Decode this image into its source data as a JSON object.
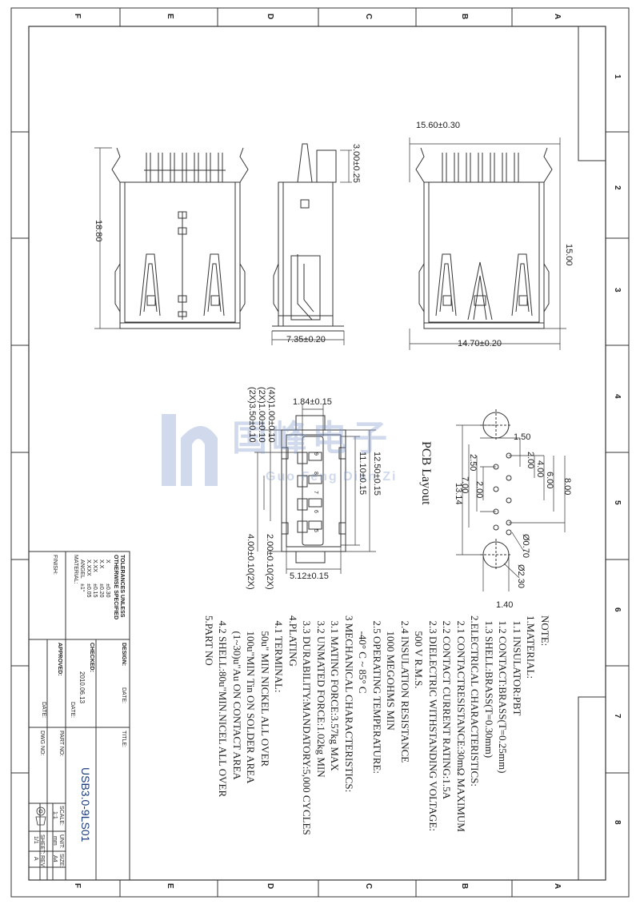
{
  "zones_top": [
    "F",
    "E",
    "D",
    "C",
    "B",
    "A"
  ],
  "zones_right": [
    "1",
    "2",
    "3",
    "4",
    "5",
    "6",
    "7",
    "8"
  ],
  "dimensions": {
    "top_width": "15.60±0.30",
    "pin_height": "3.00±0.25",
    "left_height": "18.80",
    "right_height": "15.00",
    "side_width": "7.35±0.20",
    "bottom_width": "14.70±0.20",
    "front_d1": "1.84±0.15",
    "front_d2": "(4X)1.00±0.10",
    "front_d3": "(2X)1.00±0.10",
    "front_d4": "(2X)3.50±0.10",
    "front_d5": "12.50±0.15",
    "front_d6": "11.10±0.15",
    "front_d7": "2.00±0.10(2X)",
    "front_d8": "4.00±0.10(2X)",
    "front_d9": "5.12±0.15",
    "pin_nums": [
      "9",
      "8",
      "7",
      "6",
      "5"
    ],
    "pcb_d1": "1.50",
    "pcb_d2": "2.00",
    "pcb_d3": "4.00",
    "pcb_d4": "6.00",
    "pcb_d5": "8.00",
    "pcb_d6": "2.50",
    "pcb_d7": "2.00",
    "pcb_d8": "7.00",
    "pcb_d9": "13.14",
    "pcb_d10": "Ø0.70",
    "pcb_d11": "Ø2.30",
    "pcb_d12": "1.40"
  },
  "pcb_label": "PCB Layout",
  "watermark": {
    "cn": "国峰电子",
    "en": "Guo Feng Dian Zi"
  },
  "notes": [
    "NOTE:",
    "1.MATERIAL:",
    "  1.1 INSULATOR:PBT",
    "  1.2 CONTACT:BRASS(T=0.25mm)",
    "  1.3 SHELL:BRASS(T=0.30mm)",
    "2.ELECTRICAL CHARACTERISTICS:",
    "  2.1 CONTACTRESISTANCE:30mΩ MAXIMUM",
    "  2.2 CONTACT CURRENT RATING:1.5A",
    "  2.3 DIELECTRIC WITHSTANDING VOLTAGE:",
    "      500 V R.M.S.",
    "  2.4 INSULATION RESISTANCE",
    "      1000 MEGOHMS MIN",
    "  2.5 OPERATING TEMPERATURE:",
    "      -40° C ~ 85° C",
    "3 MECHANICAL CHARACTERISTICS:",
    "  3.1 MATING FORCE:3.57kg MAX",
    "  3.2 UNMATED FORCE:1.02kg MIN",
    "  3.3 DURABILITY:MANDATORY:5,000 CYCLES",
    "4.PLATING",
    "  4.1 TERMINAL:",
    "      50u\" MIN NICKEL ALL OVER",
    "      100u\"MIN Tin ON SOLDER AREA",
    "      (1~30)u\"Au ON CONTACT AREA",
    "  4.2 SHELL:80u\"MIN.NICEL ALL OVER",
    "5.PART NO"
  ],
  "title_block": {
    "tolerances_title": "TOLERANCES UNLESS",
    "tolerances_title2": "OTHERWISE SPECIFIED",
    "tol_rows": [
      [
        "X",
        "±0.30"
      ],
      [
        "X.X",
        "±0.20"
      ],
      [
        "X.XX",
        "±0.15"
      ],
      [
        "X.XXX",
        "±0.05"
      ],
      [
        "ANGEL",
        "±1°"
      ]
    ],
    "material_label": "MATERIAL:",
    "finish_label": "FINISH:",
    "design_label": "DESIGN:",
    "checked_label": "CHECKED:",
    "approved_label": "APPROVED:",
    "date_label": "DATE:",
    "date_value": "2010.06.13",
    "title_label": "TITLE:",
    "title_value": "USB3.0-9LS01",
    "partno_label": "PART NO:",
    "dwgno_label": "DWG NO:",
    "scale_label": "SCALE:",
    "scale_value": "1:1",
    "unit_label": "UNIT:",
    "unit_value": "mm",
    "size_label": "SIZE:",
    "size_value": "A4",
    "sheet_label": "SHEET:",
    "sheet_value": "1/1",
    "rev_label": "REV:",
    "rev_value": "A"
  }
}
